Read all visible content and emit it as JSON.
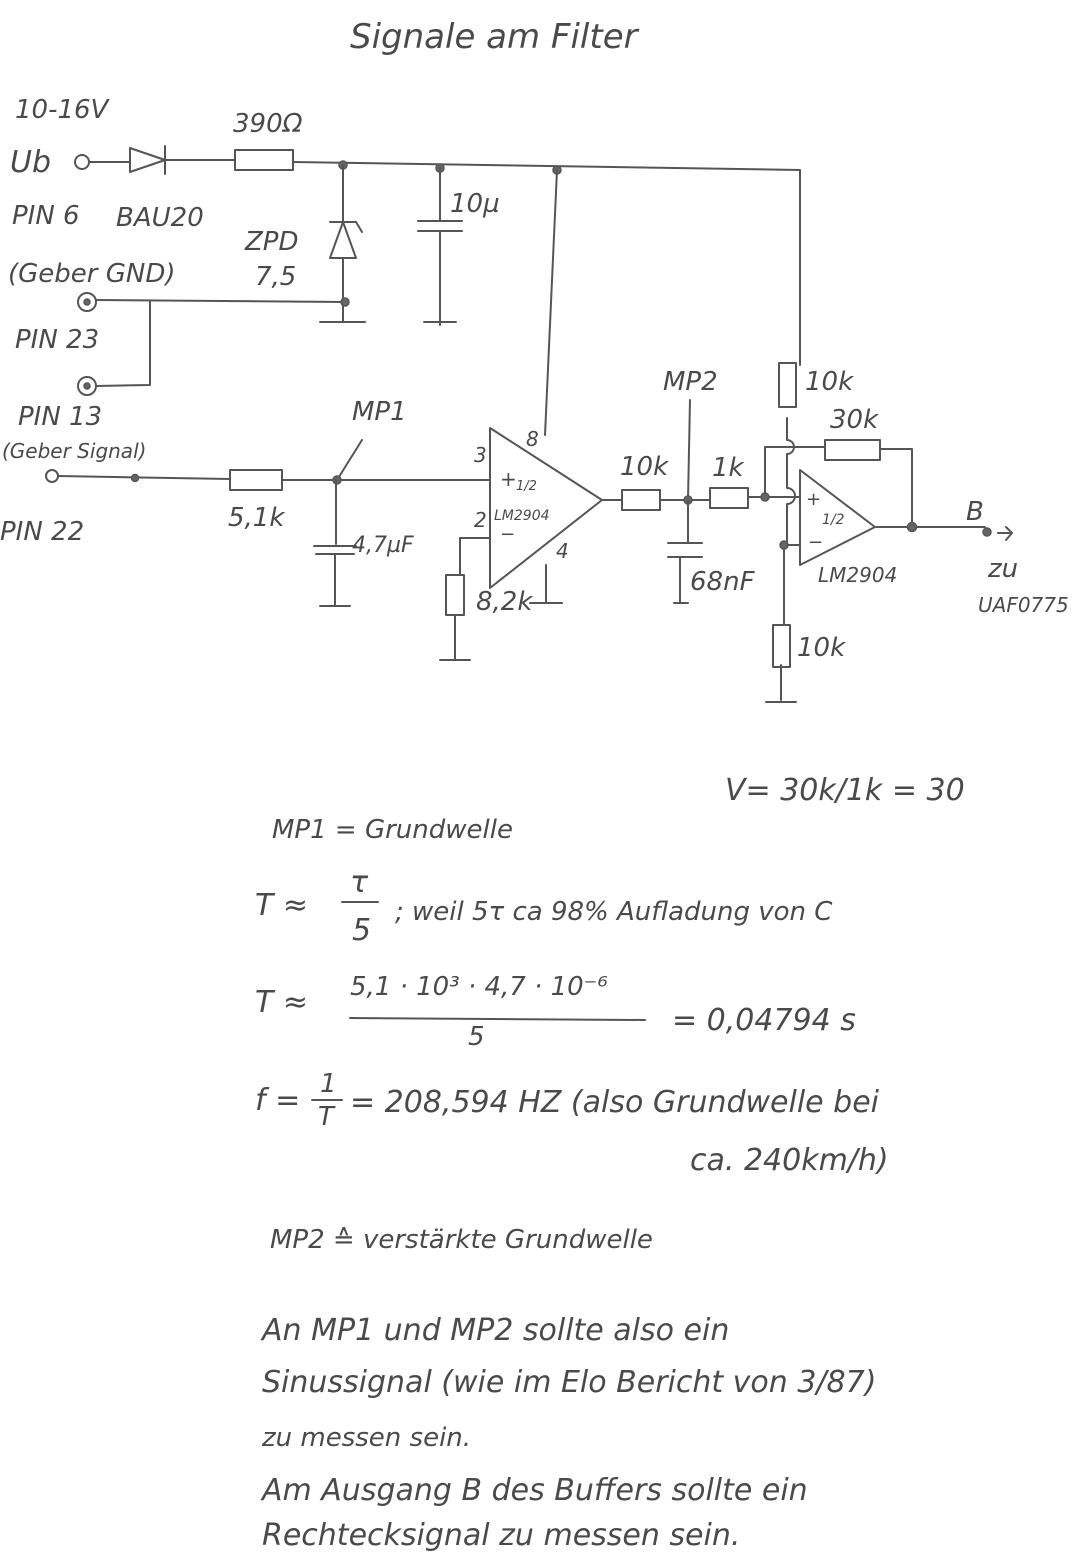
{
  "title": "Signale am Filter",
  "schematic": {
    "supply_voltage": "10-16V",
    "ub": "Ub",
    "pin6": "PIN 6",
    "diode": "BAU20",
    "r_supply": "390Ω",
    "zener_type": "ZPD",
    "zener_value": "7,5",
    "c_supply": "10µ",
    "geber_gnd": "(Geber GND)",
    "pin23": "PIN 23",
    "pin13": "PIN 13",
    "geber_signal": "(Geber Signal)",
    "pin22": "PIN 22",
    "r_input": "5,1k",
    "c_input": "4,7µF",
    "mp1": "MP1",
    "mp2": "MP2",
    "opamp1": {
      "pin3": "3",
      "pin2": "2",
      "pin8": "8",
      "pin4": "4",
      "plus": "+",
      "half": "1/2",
      "minus": "−",
      "type": "LM2904"
    },
    "r_opamp1_neg": "8,2k",
    "r_out1": "10k",
    "c_filter": "68nF",
    "r_in2": "1k",
    "r_top": "10k",
    "r_feedback": "30k",
    "r_bottom": "10k",
    "opamp2": {
      "plus": "+",
      "half": "1/2",
      "minus": "−",
      "type": "LM2904"
    },
    "output_label": "B",
    "to_label": "zu",
    "to_chip": "UAF0775"
  },
  "notes": {
    "gain": "V= 30k/1k = 30",
    "mp1": "MP1 = Grundwelle",
    "t_approx_lhs": "T ≈",
    "tau": "τ",
    "five": "5",
    "t_reason": "; weil 5τ ca 98% Aufladung von C",
    "t2_lhs": "T ≈",
    "t2_num": "5,1 · 10³ · 4,7 · 10⁻⁶",
    "t2_den": "5",
    "t2_result": "= 0,04794 s",
    "f_lhs": "f =",
    "f_num": "1",
    "f_den": "T",
    "f_result": "= 208,594 HZ (also Grundwelle bei",
    "f_result2": "ca. 240km/h)",
    "mp2": "MP2 ≙ verstärkte Grundwelle",
    "para1": [
      "An MP1 und MP2 sollte also ein",
      "Sinussignal (wie im Elo Bericht von 3/87)",
      "zu messen sein."
    ],
    "para2": [
      "Am Ausgang B des Buffers sollte ein",
      "Rechtecksignal zu messen sein."
    ]
  }
}
